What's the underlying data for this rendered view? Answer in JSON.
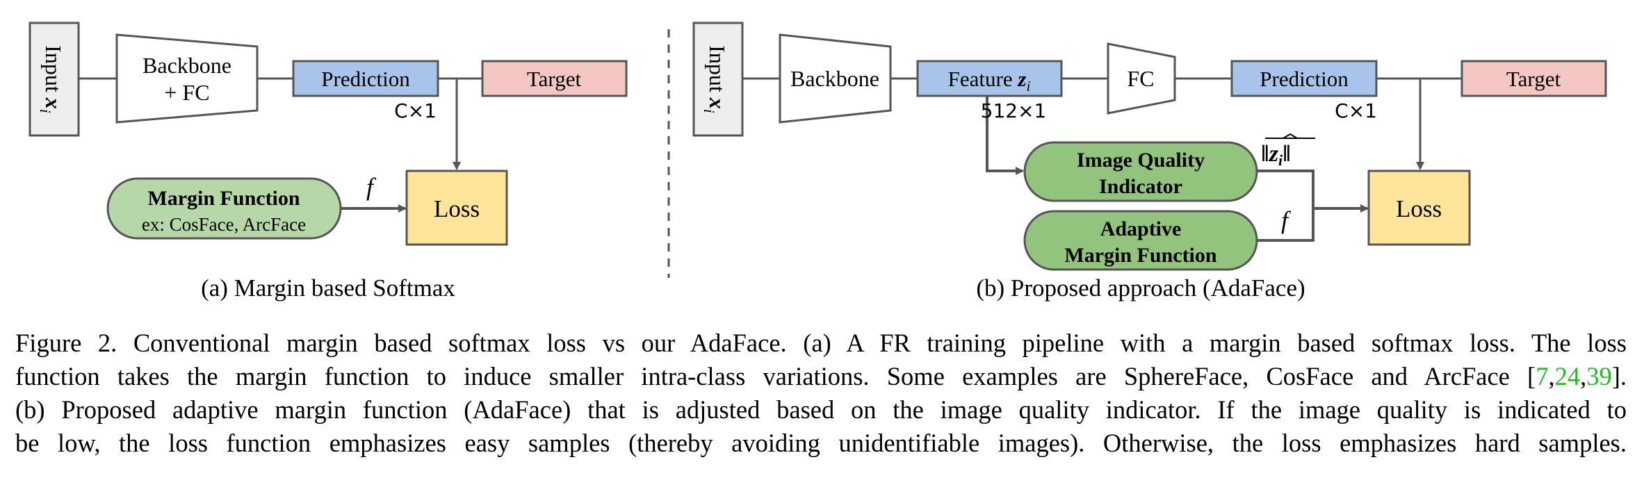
{
  "left_panel": {
    "input_label": "Input ",
    "input_var": "x",
    "input_sub": "i",
    "backbone_line1": "Backbone",
    "backbone_line2": "+ FC",
    "prediction": "Prediction",
    "target": "Target",
    "pred_dim": "C×1",
    "margin_title": "Margin Function",
    "margin_sub": "ex: CosFace, ArcFace",
    "f_label": "f",
    "loss": "Loss",
    "subcaption": "(a) Margin based Softmax"
  },
  "right_panel": {
    "input_label": "Input ",
    "input_var": "x",
    "input_sub": "i",
    "backbone": "Backbone",
    "feature_label": "Feature ",
    "feature_var": "z",
    "feature_sub": "i",
    "feature_dim": "512×1",
    "fc": "FC",
    "prediction": "Prediction",
    "target": "Target",
    "pred_dim": "C×1",
    "iqi_line1": "Image Quality",
    "iqi_line2": "Indicator",
    "norm_label": "‖z",
    "norm_sub": "i",
    "norm_close": "‖",
    "amf_line1": "Adaptive",
    "amf_line2": "Margin Function",
    "f_label": "f",
    "loss": "Loss",
    "subcaption": "(b) Proposed approach (AdaFace)"
  },
  "caption": {
    "line1": "Figure 2. Conventional margin based softmax loss vs our AdaFace. (a) A FR training pipeline with a margin based softmax loss. The loss",
    "line2_pre": "function takes the margin function to induce smaller intra-class variations. Some examples are SphereFace, CosFace and ArcFace [",
    "cite1": "7",
    "cite2": "24",
    "cite3": "39",
    "line2_post": "].",
    "line3": "(b) Proposed adaptive margin function (AdaFace) that is adjusted based on the image quality indicator. If the image quality is indicated to",
    "line4": "be low, the loss function emphasizes easy samples (thereby avoiding unidentifiable images). Otherwise, the loss emphasizes hard samples."
  },
  "colors": {
    "input_fill": "#eeeeee",
    "prediction_fill": "#a9c4eb",
    "target_fill": "#f4c7c3",
    "loss_fill": "#ffe599",
    "margin_fill": "#b6d7a8",
    "adaptive_fill": "#93c47d",
    "stroke": "#555555"
  }
}
